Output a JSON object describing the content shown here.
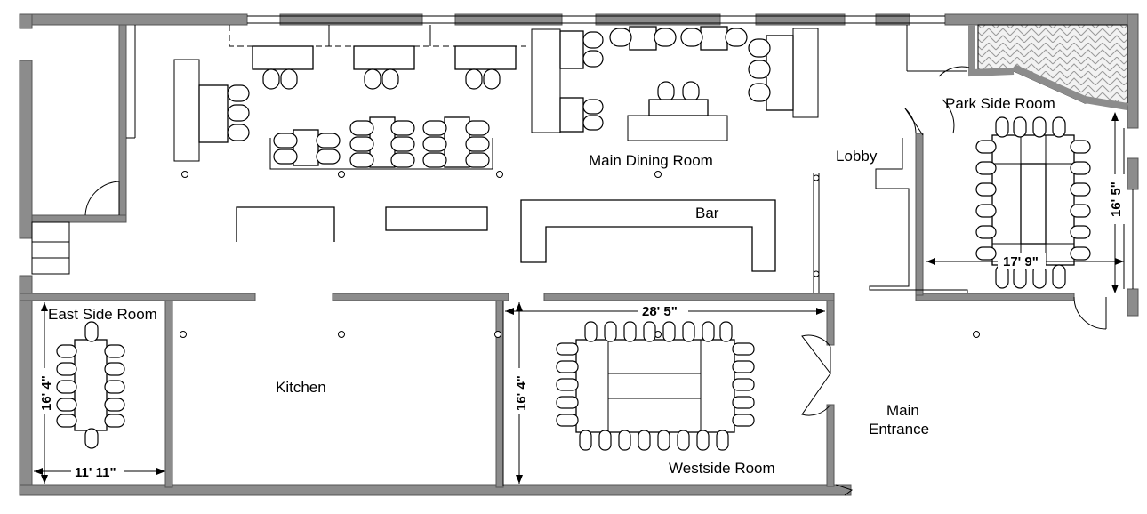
{
  "rooms": {
    "main_dining": "Main Dining Room",
    "lobby": "Lobby",
    "park_side": "Park Side Room",
    "bar": "Bar",
    "east_side": "East Side Room",
    "kitchen": "Kitchen",
    "westside": "Westside Room",
    "main_entrance_line1": "Main",
    "main_entrance_line2": "Entrance"
  },
  "dimensions": {
    "park_side_height": "16' 5\"",
    "park_side_width": "17' 9\"",
    "westside_width": "28' 5\"",
    "westside_height": "16' 4\"",
    "east_side_height": "16' 4\"",
    "east_side_width": "11' 11\""
  },
  "colors": {
    "wall_fill": "#8c8c8c",
    "line": "#000000",
    "background": "#ffffff"
  }
}
